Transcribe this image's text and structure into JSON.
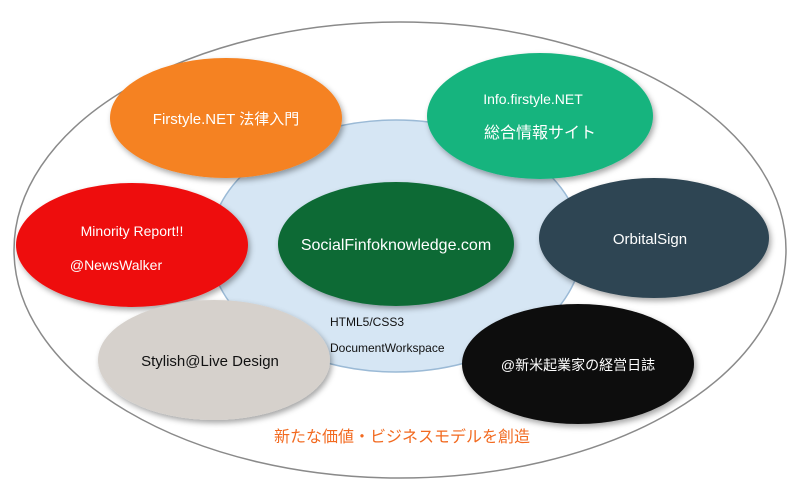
{
  "diagram": {
    "center": {
      "label": "SocialFinfoknowledge.com"
    },
    "tech_note": {
      "line1": "HTML5/CSS3",
      "line2": "DocumentWorkspace"
    },
    "tagline": "新たな価値・ビジネスモデルを創造",
    "nodes": [
      {
        "id": "houritsu",
        "line1": "Firstyle.NET 法律入門",
        "line2": ""
      },
      {
        "id": "info",
        "line1": "Info.firstyle.NET",
        "line2": "総合情報サイト"
      },
      {
        "id": "minority",
        "line1": "Minority Report!!",
        "line2": "@NewsWalker"
      },
      {
        "id": "orbital",
        "line1": "OrbitalSign",
        "line2": ""
      },
      {
        "id": "stylish",
        "line1": "Stylish@Live Design",
        "line2": ""
      },
      {
        "id": "nikki",
        "line1": "@新米起業家の経営日誌",
        "line2": ""
      }
    ],
    "colors": {
      "outer_border": "#8a8a8a",
      "inner_fill": "#d6e6f4",
      "inner_border": "#9bbad6",
      "center_fill": "#0b6a35",
      "houritsu": "#f58220",
      "info": "#16b47e",
      "minority": "#ee0e0e",
      "orbital": "#2d4452",
      "stylish": "#d6d1cc",
      "nikki": "#0a0a0a",
      "tagline": "#f26a20"
    }
  }
}
